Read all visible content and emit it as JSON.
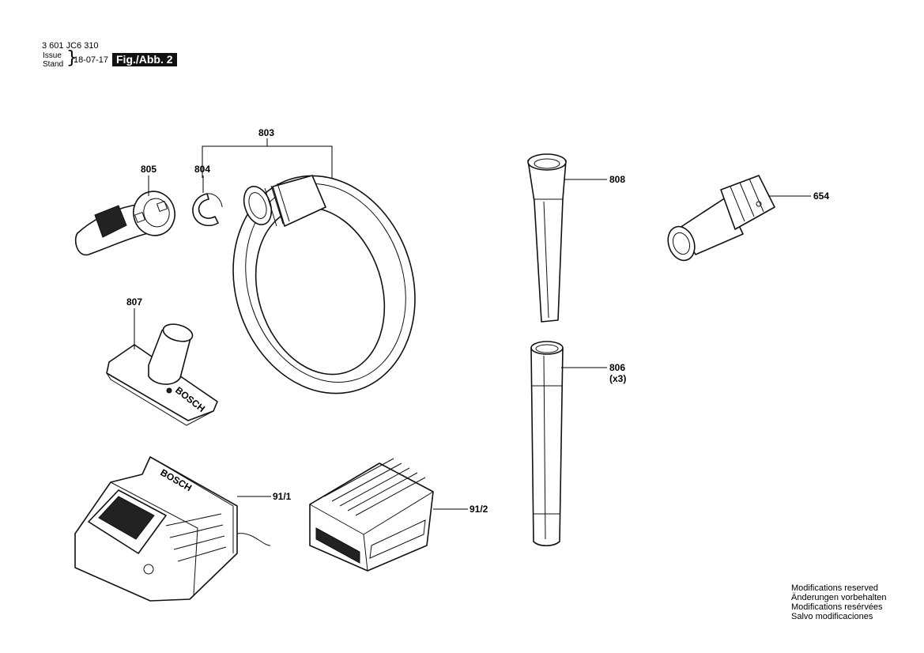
{
  "header": {
    "part_number": "3 601 JC6 310",
    "issue_label": "Issue",
    "stand_label": "Stand",
    "brace": "}",
    "date": "18-07-17",
    "figure": "Fig./Abb. 2"
  },
  "callouts": {
    "c803": "803",
    "c805": "805",
    "c804": "804",
    "c807": "807",
    "c808": "808",
    "c806": "806",
    "c806_qty": "(x3)",
    "c654": "654",
    "c911": "91/1",
    "c912": "91/2"
  },
  "brand": {
    "nozzle_logo": "BOSCH",
    "charger_logo": "BOSCH"
  },
  "footer": {
    "lines": [
      "Modifications reserved",
      "Änderungen vorbehalten",
      "Modifications resérvées",
      "Salvo modificaciones"
    ]
  }
}
